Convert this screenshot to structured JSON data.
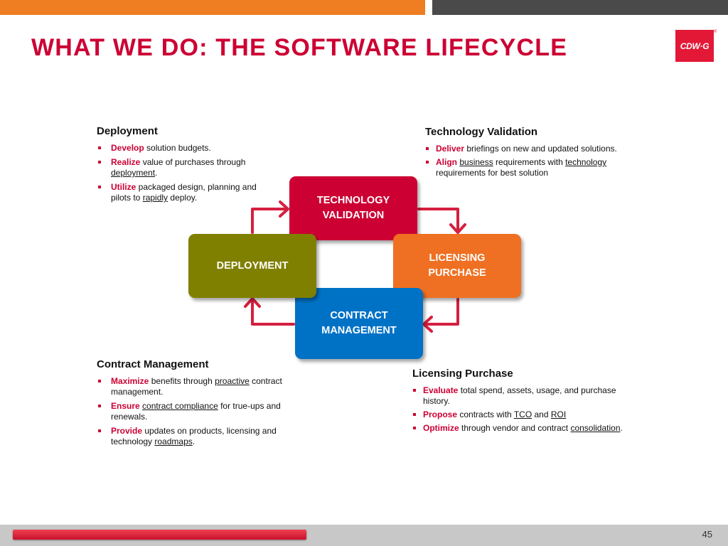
{
  "title": "WHAT WE DO: THE SOFTWARE LIFECYCLE",
  "logo": {
    "text": "CDW·G",
    "mark": "®"
  },
  "colors": {
    "brand_red": "#cc0033",
    "orange": "#ef7d22",
    "olive": "#808000",
    "blue": "#0072c6"
  },
  "sections": {
    "deployment": {
      "heading": "Deployment",
      "items": [
        {
          "kw": "Develop",
          "t1": " solution budgets."
        },
        {
          "kw": "Realize",
          "t1": " value of purchases through ",
          "l1": "deployment",
          "t2": "."
        },
        {
          "kw": "Utilize",
          "t1": " packaged design, planning and pilots to ",
          "l1": "rapidly",
          "t2": " deploy."
        }
      ]
    },
    "technology_validation": {
      "heading": "Technology Validation",
      "items": [
        {
          "kw": "Deliver",
          "t1": " briefings on new and updated solutions."
        },
        {
          "kw": "Align",
          "t1": " ",
          "l1": "business",
          "t2": " requirements with ",
          "l2": "technology",
          "t3": " requirements for best solution"
        }
      ]
    },
    "contract_management": {
      "heading": "Contract Management",
      "items": [
        {
          "kw": "Maximize",
          "t1": " benefits through ",
          "l1": "proactive",
          "t2": " contract management."
        },
        {
          "kw": "Ensure",
          "t1": " ",
          "l1": "contract compliance",
          "t2": " for true-ups and renewals."
        },
        {
          "kw": "Provide",
          "t1": " updates on products, licensing and technology ",
          "l1": "roadmaps",
          "t2": "."
        }
      ]
    },
    "licensing_purchase": {
      "heading": "Licensing Purchase",
      "items": [
        {
          "kw": "Evaluate",
          "t1": " total spend, assets, usage, and purchase history."
        },
        {
          "kw": "Propose",
          "t1": " contracts with ",
          "l1": "TCO",
          "t2": " and ",
          "l2": "ROI"
        },
        {
          "kw": "Optimize",
          "t1": " through vendor and contract ",
          "l1": "consolidation",
          "t2": "."
        }
      ]
    }
  },
  "cycle": {
    "technology_validation": {
      "line1": "TECHNOLOGY",
      "line2": "VALIDATION"
    },
    "licensing_purchase": {
      "line1": "LICENSING",
      "line2": "PURCHASE"
    },
    "contract_management": {
      "line1": "CONTRACT",
      "line2": "MANAGEMENT"
    },
    "deployment": {
      "line1": "DEPLOYMENT"
    }
  },
  "footer": {
    "page_number": "45"
  }
}
